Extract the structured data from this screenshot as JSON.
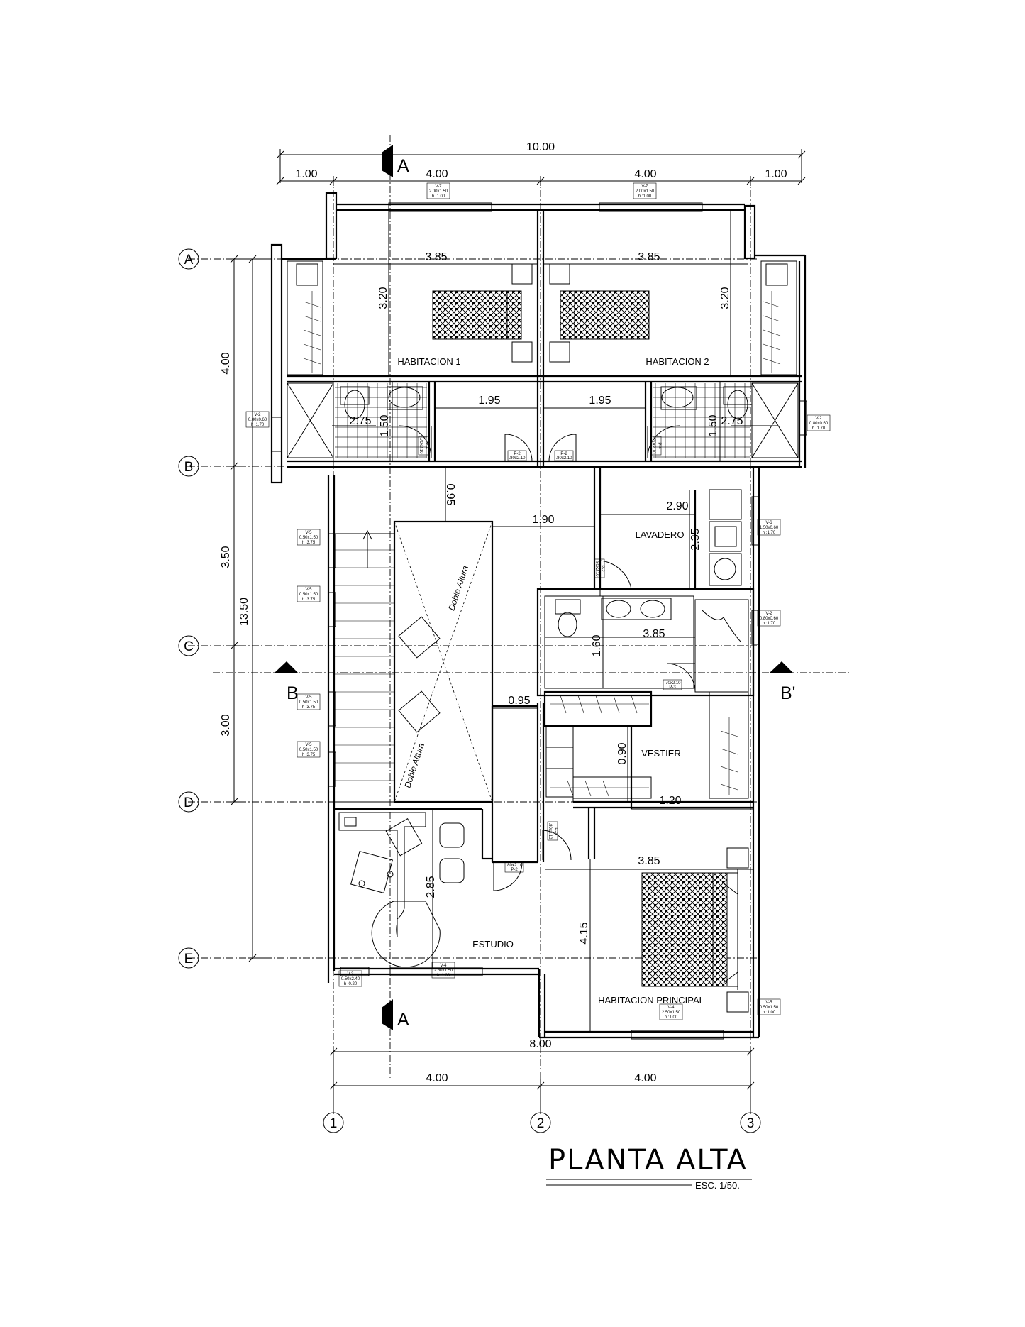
{
  "drawing": {
    "title": "PLANTA ALTA",
    "scale": "ESC. 1/50."
  },
  "rooms": {
    "habitacion_1": "HABITACION 1",
    "habitacion_2": "HABITACION 2",
    "lavadero": "LAVADERO",
    "vestier": "VESTIER",
    "estudio": "ESTUDIO",
    "habitacion_principal": "HABITACION PRINCIPAL",
    "doble_altura_1": "Doble Altura",
    "doble_altura_2": "Doble Altura"
  },
  "axes": {
    "rows": [
      "A",
      "B",
      "C",
      "D",
      "E"
    ],
    "columns": [
      "1",
      "2",
      "3"
    ]
  },
  "sections": {
    "a_top": "A",
    "a_bottom": "A",
    "b_left": "B",
    "b_right": "B'"
  },
  "dimensions": {
    "top_total": "10.00",
    "top_left": "1.00",
    "top_mid_left": "4.00",
    "top_mid_right": "4.00",
    "top_right": "1.00",
    "hab1_width": "3.85",
    "hab2_width": "3.85",
    "hab1_depth": "3.20",
    "hab2_depth": "3.20",
    "bath1_width": "1.95",
    "bath2_width": "1.95",
    "bath1_len": "2.75",
    "bath2_len": "2.75",
    "bath1_depth": "1.50",
    "bath2_depth": "1.50",
    "hall_095_top": "0.95",
    "hall_190": "1.90",
    "lav_width": "2.90",
    "lav_depth": "2.35",
    "bath3_width": "3.85",
    "bath3_depth": "1.60",
    "corridor_095": "0.95",
    "vestier_090": "0.90",
    "vestier_120": "1.20",
    "estudio_depth": "2.85",
    "princ_width": "3.85",
    "princ_depth": "4.15",
    "bottom_total": "8.00",
    "bottom_left": "4.00",
    "bottom_right": "4.00",
    "left_total": "13.50",
    "left_ab": "4.00",
    "left_bc": "3.50",
    "left_cd": "3.00"
  },
  "window_tags": {
    "v7_left": [
      "V-7",
      "2.00x1.50",
      "h :1.00"
    ],
    "v7_right": [
      "V-7",
      "2.00x1.50",
      "h :1.00"
    ],
    "v2_left": [
      "V-2",
      "0.80x0.60",
      "h :1.70"
    ],
    "v2_right": [
      "V-2",
      "0.80x0.60",
      "h :1.70"
    ],
    "v6": [
      "V-6",
      "1.50x0.60",
      "h :1.70"
    ],
    "v2_mid": [
      "V-2",
      "0.80x0.60",
      "h :1.70"
    ],
    "v5_1": [
      "V-5",
      "0.50x1.50",
      "h :3.75"
    ],
    "v5_2": [
      "V-5",
      "0.50x1.50",
      "h :3.75"
    ],
    "v5_3": [
      "V-5",
      "0.50x1.50",
      "h :3.75"
    ],
    "v5_4": [
      "V-5",
      "0.50x1.50",
      "h :3.75"
    ],
    "v3": [
      "V-3",
      "0.50x2.40",
      "h :0.20"
    ],
    "v4_estudio": [
      "V-4",
      "2.50x1.50",
      "h :1.00"
    ],
    "v4_princ": [
      "V-4",
      "2.50x1.50",
      "h :1.00"
    ],
    "v5_princ": [
      "V-5",
      "0.50x1.50",
      "h :1.00"
    ]
  },
  "door_tags": {
    "p2_a": [
      "P-2",
      ".80x2.10"
    ],
    "p2_b": [
      "P-2",
      ".80x2.10"
    ],
    "p4_a": [
      "P-4",
      ".70x2.10"
    ],
    "p4_b": [
      "P-4",
      ".70x2.10"
    ],
    "p2_lav": [
      "P-2",
      ".80x2.10"
    ],
    "p3": [
      "P-3",
      ".70x2.10"
    ],
    "p2_princ": [
      "P-2",
      ".80x2.10"
    ],
    "p2_est": [
      "P-2",
      ".80x2.10"
    ]
  }
}
